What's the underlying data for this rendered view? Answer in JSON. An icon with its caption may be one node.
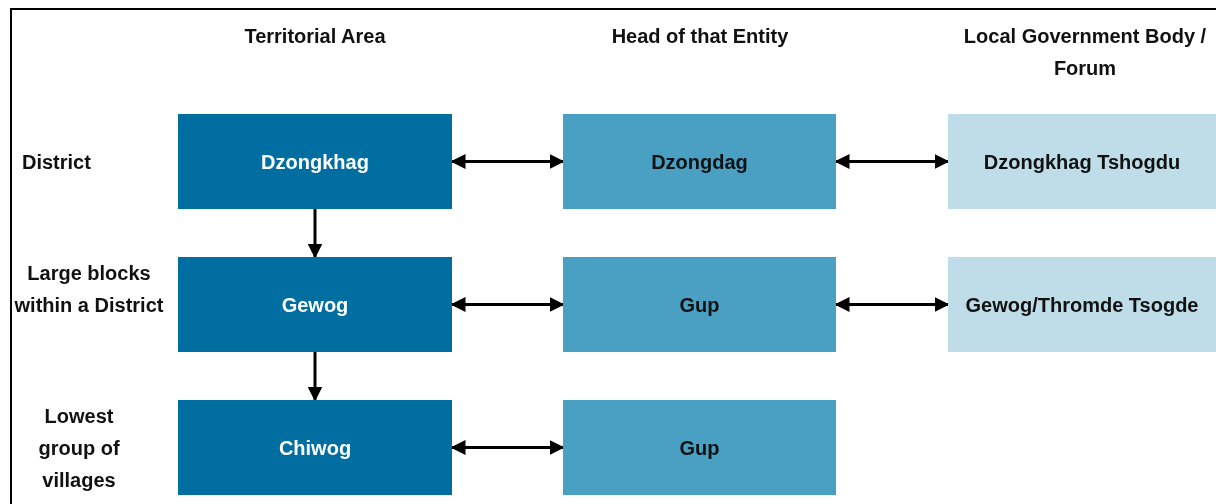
{
  "diagram": {
    "nodes": [
      {
        "text": [
          "Dzongkhag"
        ]
      },
      {
        "text": [
          "Dzongdag"
        ]
      },
      {
        "text": [
          "Dzongkhag Tshogdu"
        ]
      },
      {
        "text": [
          "Gewog"
        ]
      },
      {
        "text": [
          "Gup"
        ]
      },
      {
        "text": [
          "Gewog/Thromde Tsogde"
        ]
      },
      {
        "text": [
          "Chiwog"
        ]
      },
      {
        "text": [
          "Gup"
        ]
      }
    ],
    "edges": [
      {
        "from": 0,
        "to": 1,
        "arrow": "both"
      },
      {
        "from": 1,
        "to": 2,
        "arrow": "both"
      },
      {
        "from": 0,
        "to": 3,
        "arrow": "to"
      },
      {
        "from": 3,
        "to": 4,
        "arrow": "both"
      },
      {
        "from": 4,
        "to": 5,
        "arrow": "both"
      },
      {
        "from": 3,
        "to": 6,
        "arrow": "to"
      },
      {
        "from": 6,
        "to": 7,
        "arrow": "both"
      }
    ],
    "labels": [
      "Territorial Area",
      "Head of that Entity",
      "Local Government Body / Forum",
      "District",
      "Large blocks within a District",
      "Lowest group of villages"
    ]
  }
}
